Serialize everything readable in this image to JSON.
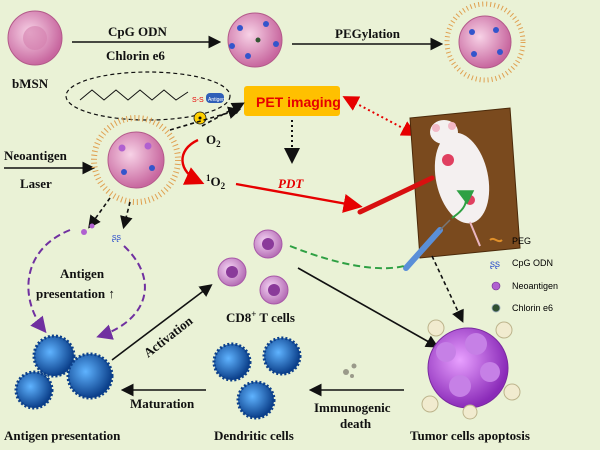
{
  "labels": {
    "bmsn": "bMSN",
    "cpg_odn": "CpG ODN",
    "chlorin": "Chlorin e6",
    "pegylation": "PEGylation",
    "pet_imaging": "PET imaging",
    "o2": "O",
    "o2_sub": "2",
    "singlet_sup": "1",
    "singlet_o": "O",
    "singlet_sub": "2",
    "neoantigen_in": "Neoantigen",
    "laser": "Laser",
    "pdt": "PDT",
    "antigen_pres_1": "Antigen",
    "antigen_pres_2": "presentation ↑",
    "activation": "Activation",
    "cd8": "CD8",
    "cd8_sup": "+",
    "cd8_rest": " T cells",
    "antigen_presentation": "Antigen presentation",
    "maturation": "Maturation",
    "dendritic": "Dendritic cells",
    "immuno_1": "Immunogenic",
    "immuno_2": "death",
    "tumor": "Tumor cells apoptosis",
    "chem_linker": "S-S",
    "chem_tag": "Antigen"
  },
  "legend": [
    {
      "label": "PEG",
      "icon": "peg-icon"
    },
    {
      "label": "CpG ODN",
      "icon": "cpg-odn-icon"
    },
    {
      "label": "Neoantigen",
      "icon": "neoantigen-icon"
    },
    {
      "label": "Chlorin e6",
      "icon": "chlorin-e6-icon"
    }
  ],
  "colors": {
    "background": "#eaf2d6",
    "pet_box": "#ffc000",
    "pet_text": "#e60000",
    "pdt_arrow": "#e60000",
    "purple_dash": "#7030a0",
    "green_dash": "#2ea043",
    "nanoparticle": "#e8a6c8",
    "dendritic": "#1f6fb8",
    "tcell": "#d9a6d9",
    "tumor": "#b060d0"
  }
}
